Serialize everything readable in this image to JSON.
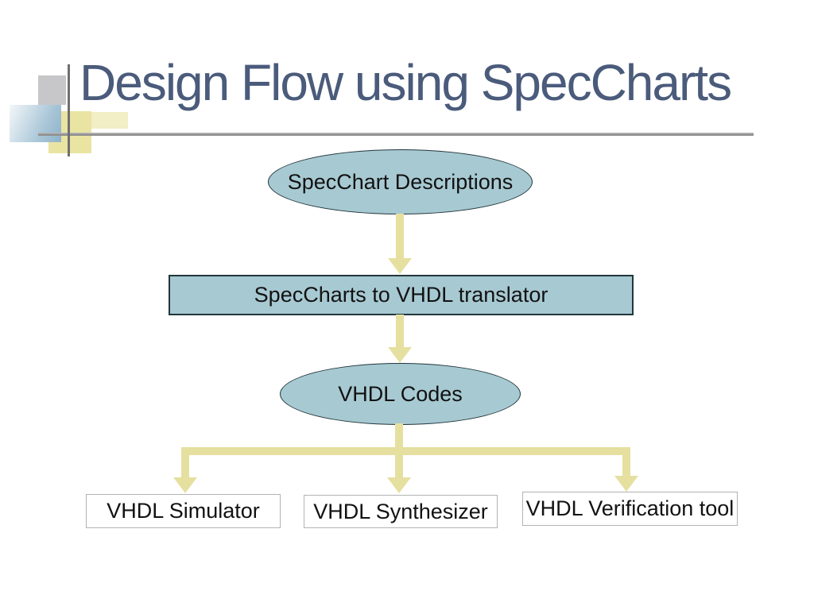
{
  "slide": {
    "title": "Design Flow using SpecCharts"
  },
  "theme": {
    "title-color": "#4a5b7b",
    "node-fill": "#a7c9d2",
    "node-stroke": "#22363c",
    "arrow-color": "#e6e0a0",
    "box-border": "#b3b3b3",
    "divider-color": "#919191",
    "deco-gray": "#c7c7c9",
    "deco-yellow": "#e9e4a2",
    "deco-yellow-light": "#f2eec5",
    "deco-blue-start": "#f3f7f9",
    "deco-blue-end": "#8fb2ca",
    "line-color": "#6f6f6f"
  },
  "diagram": {
    "nodes": [
      {
        "id": "speccchart-descriptions",
        "shape": "ellipse",
        "label": "SpecChart Descriptions"
      },
      {
        "id": "vhdl-translator",
        "shape": "rectangle",
        "label": "SpecCharts to VHDL translator"
      },
      {
        "id": "vhdl-codes",
        "shape": "ellipse",
        "label": "VHDL Codes"
      },
      {
        "id": "vhdl-simulator",
        "shape": "box",
        "label": "VHDL Simulator"
      },
      {
        "id": "vhdl-synthesizer",
        "shape": "box",
        "label": "VHDL Synthesizer"
      },
      {
        "id": "vhdl-verification-tool",
        "shape": "box",
        "label": "VHDL Verification tool"
      }
    ],
    "edges": [
      {
        "from": "SpecChart Descriptions",
        "to": "SpecCharts to VHDL translator"
      },
      {
        "from": "SpecCharts to VHDL translator",
        "to": "VHDL Codes"
      },
      {
        "from": "VHDL Codes",
        "to": "VHDL Simulator"
      },
      {
        "from": "VHDL Codes",
        "to": "VHDL Synthesizer"
      },
      {
        "from": "VHDL Codes",
        "to": "VHDL Verification tool"
      }
    ]
  }
}
